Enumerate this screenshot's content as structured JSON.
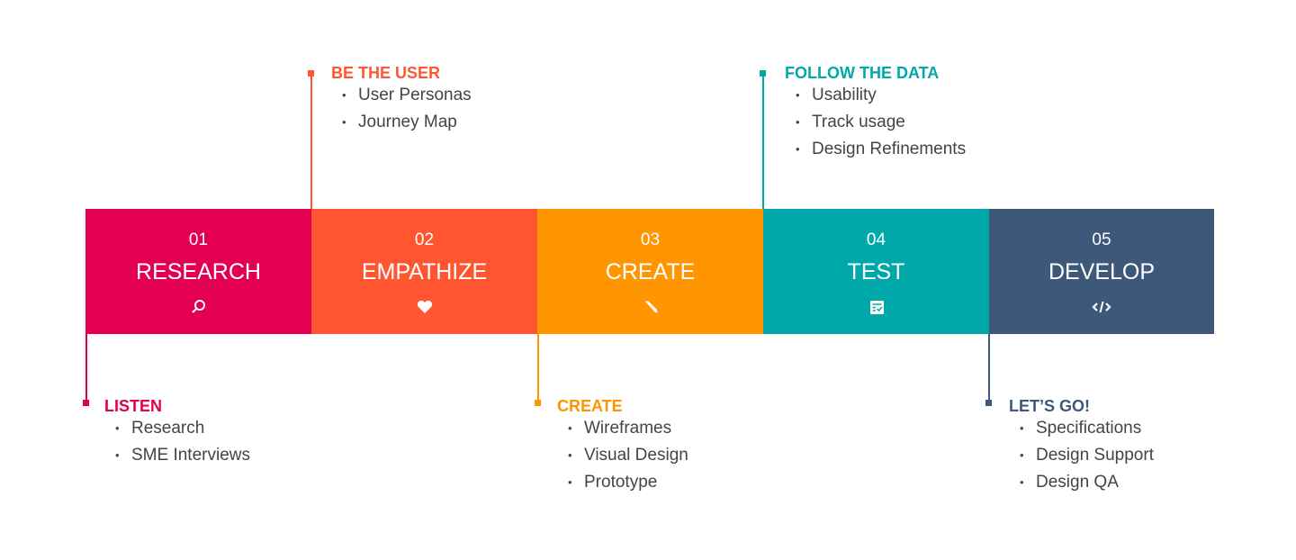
{
  "stages": [
    {
      "num": "01",
      "label": "RESEARCH",
      "icon": "search-icon",
      "color": "#E30052"
    },
    {
      "num": "02",
      "label": "EMPATHIZE",
      "icon": "heart-icon",
      "color": "#FF5530"
    },
    {
      "num": "03",
      "label": "CREATE",
      "icon": "pencil-icon",
      "color": "#FF9500"
    },
    {
      "num": "04",
      "label": "TEST",
      "icon": "checklist-icon",
      "color": "#00A8AA"
    },
    {
      "num": "05",
      "label": "DEVELOP",
      "icon": "code-icon",
      "color": "#3D5878"
    }
  ],
  "callouts": [
    {
      "title": "LISTEN",
      "items": [
        "Research",
        "SME Interviews"
      ]
    },
    {
      "title": "BE THE USER",
      "items": [
        "User Personas",
        "Journey Map"
      ]
    },
    {
      "title": "CREATE",
      "items": [
        "Wireframes",
        "Visual Design",
        "Prototype"
      ]
    },
    {
      "title": "FOLLOW THE DATA",
      "items": [
        "Usability",
        "Track usage",
        "Design Refinements"
      ]
    },
    {
      "title": "LET’S GO!",
      "items": [
        "Specifications",
        "Design Support",
        "Design QA"
      ]
    }
  ]
}
